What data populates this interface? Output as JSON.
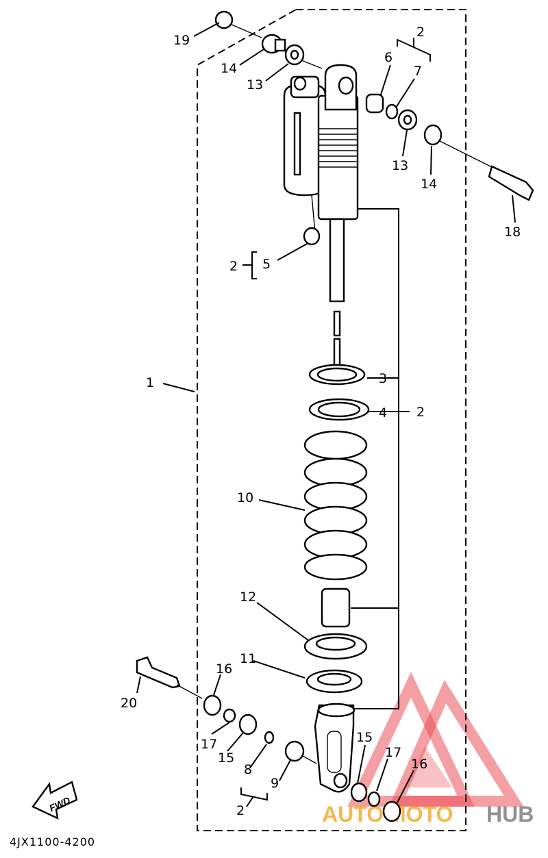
{
  "diagram_code": "4JX1100-4200",
  "fwd_label": "FWD",
  "watermark": {
    "text_a": "AUTO",
    "text_b": "MOTO",
    "text_c": "HUB",
    "color_red": "#e8323a",
    "color_orange": "#f5a623",
    "color_gray": "#777777"
  },
  "callouts": [
    {
      "id": "c1",
      "text": "1"
    },
    {
      "id": "c2_top",
      "text": "2"
    },
    {
      "id": "c2_left",
      "text": "2"
    },
    {
      "id": "c2_right",
      "text": "2"
    },
    {
      "id": "c2_bottom",
      "text": "2"
    },
    {
      "id": "c3",
      "text": "3"
    },
    {
      "id": "c4",
      "text": "4"
    },
    {
      "id": "c5",
      "text": "5"
    },
    {
      "id": "c6",
      "text": "6"
    },
    {
      "id": "c7",
      "text": "7"
    },
    {
      "id": "c8",
      "text": "8"
    },
    {
      "id": "c9",
      "text": "9"
    },
    {
      "id": "c10",
      "text": "10"
    },
    {
      "id": "c11",
      "text": "11"
    },
    {
      "id": "c12",
      "text": "12"
    },
    {
      "id": "c13_left",
      "text": "13"
    },
    {
      "id": "c13_right",
      "text": "13"
    },
    {
      "id": "c14_left",
      "text": "14"
    },
    {
      "id": "c14_right",
      "text": "14"
    },
    {
      "id": "c15_left",
      "text": "15"
    },
    {
      "id": "c15_right",
      "text": "15"
    },
    {
      "id": "c16_left",
      "text": "16"
    },
    {
      "id": "c16_right",
      "text": "16"
    },
    {
      "id": "c17_left",
      "text": "17"
    },
    {
      "id": "c17_right",
      "text": "17"
    },
    {
      "id": "c18",
      "text": "18"
    },
    {
      "id": "c19",
      "text": "19"
    },
    {
      "id": "c20",
      "text": "20"
    }
  ]
}
